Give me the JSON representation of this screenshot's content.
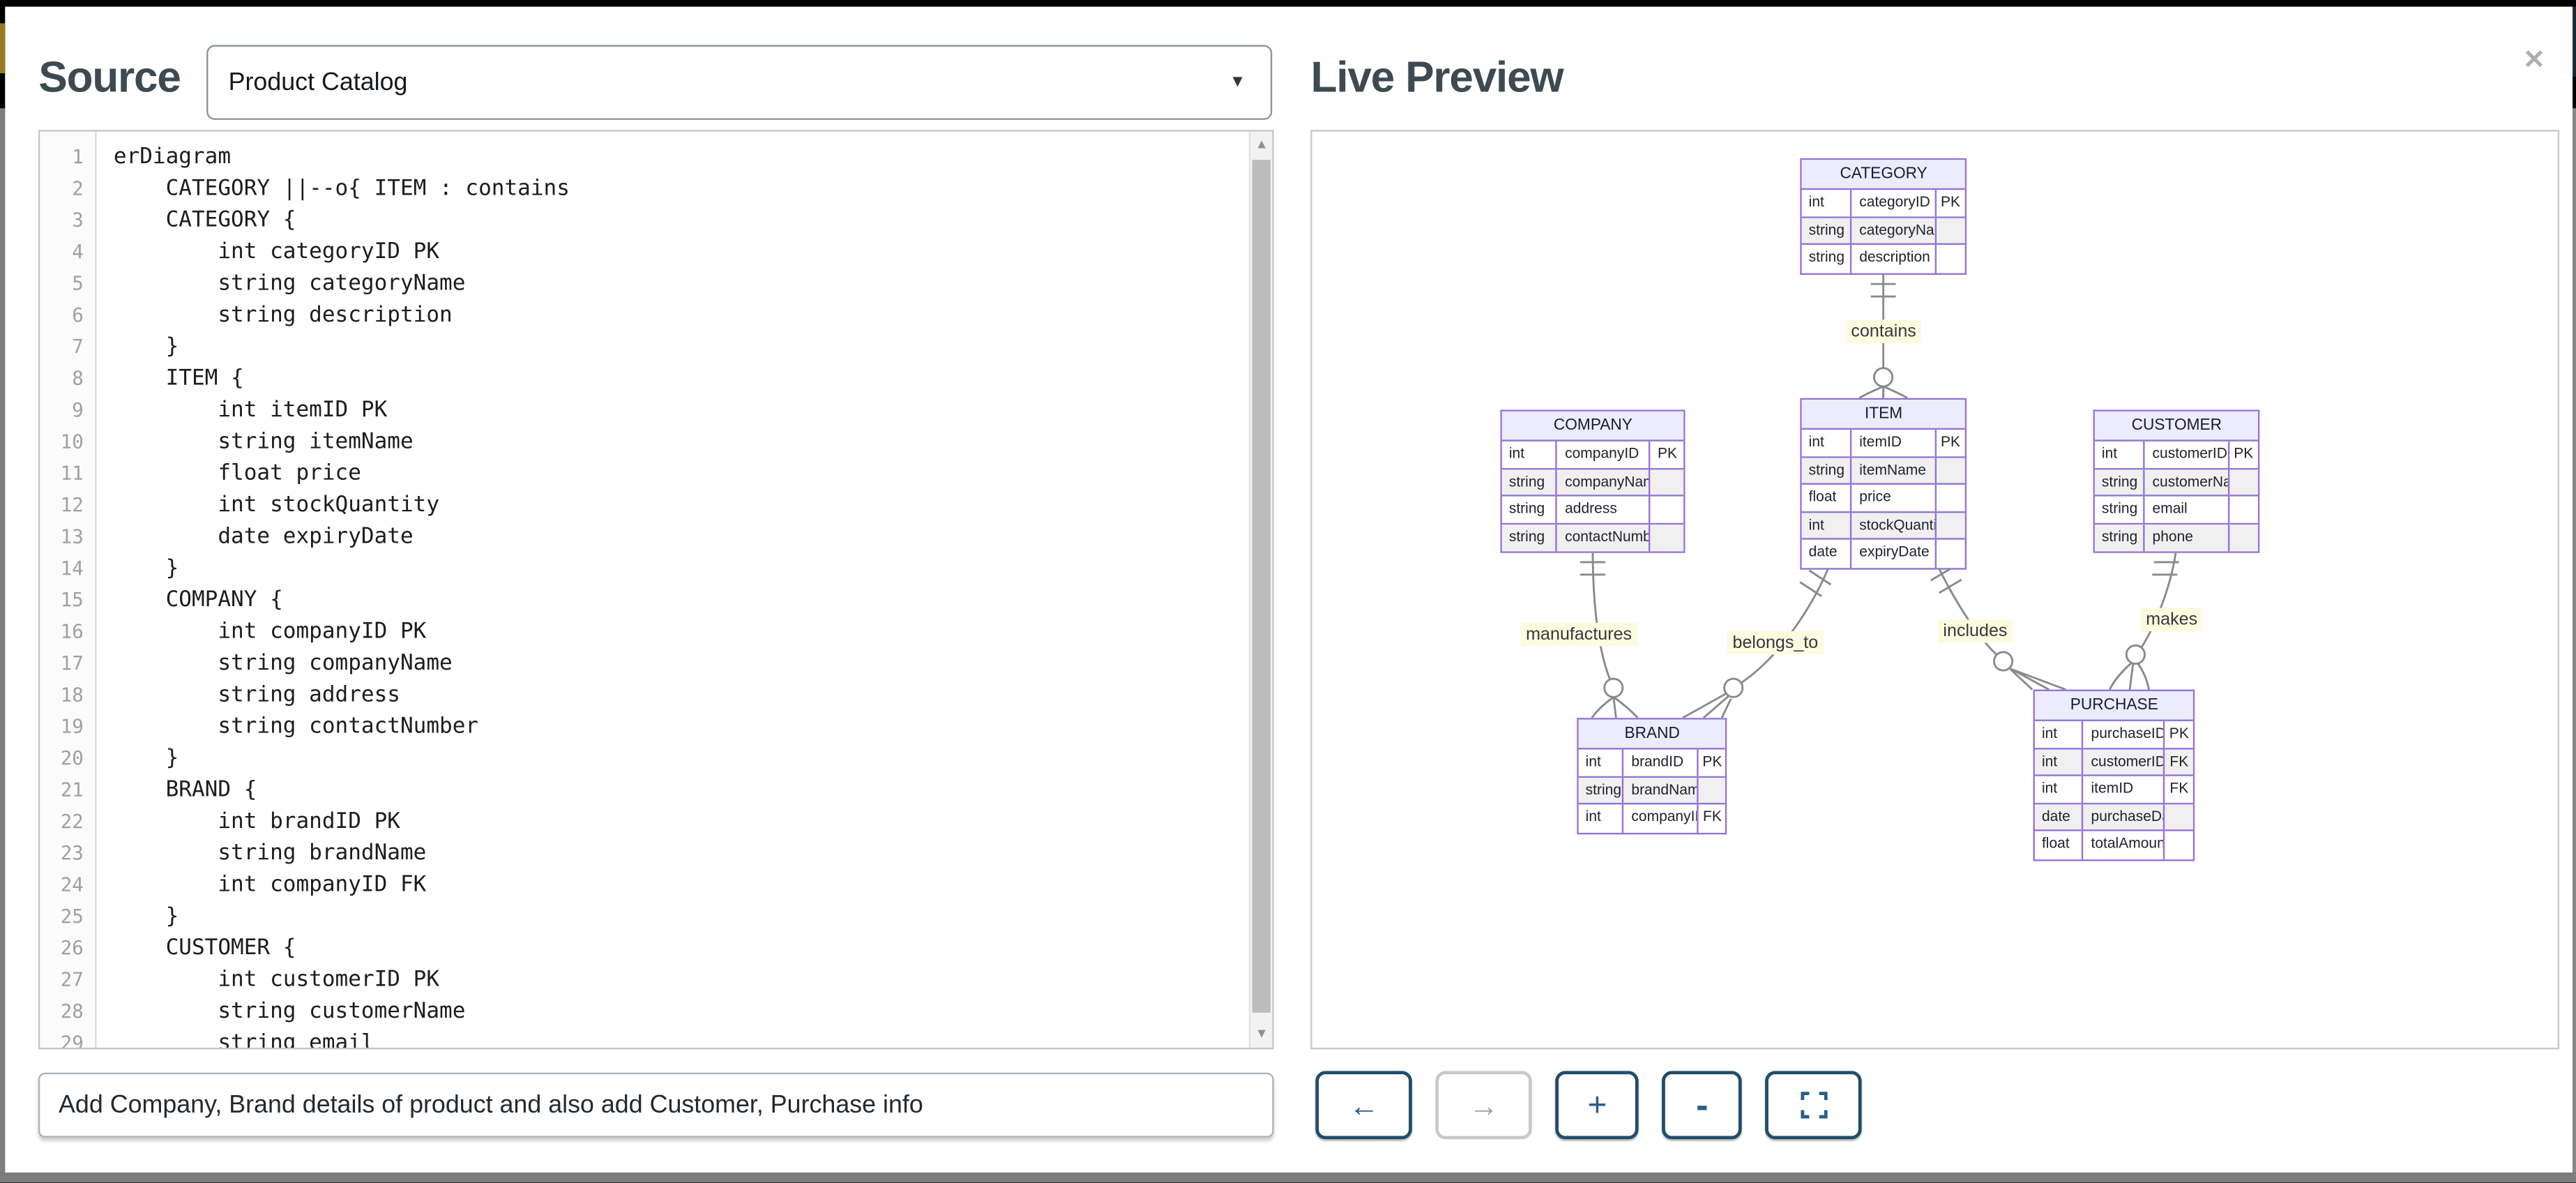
{
  "chrome": {
    "close_glyph": "✕"
  },
  "source_panel": {
    "title": "Source",
    "select_value": "Product Catalog",
    "select_caret": "▼",
    "editor_lines": [
      "erDiagram",
      "    CATEGORY ||--o{ ITEM : contains",
      "    CATEGORY {",
      "        int categoryID PK",
      "        string categoryName",
      "        string description",
      "    }",
      "    ITEM {",
      "        int itemID PK",
      "        string itemName",
      "        float price",
      "        int stockQuantity",
      "        date expiryDate",
      "    }",
      "    COMPANY {",
      "        int companyID PK",
      "        string companyName",
      "        string address",
      "        string contactNumber",
      "    }",
      "    BRAND {",
      "        int brandID PK",
      "        string brandName",
      "        int companyID FK",
      "    }",
      "    CUSTOMER {",
      "        int customerID PK",
      "        string customerName",
      "        string email"
    ],
    "prompt_value": "Add Company, Brand details of product and also add Customer, Purchase info"
  },
  "preview_panel": {
    "title": "Live Preview",
    "toolbar": [
      {
        "name": "back",
        "icon": "arrow-left-icon",
        "glyph": "←",
        "enabled": true
      },
      {
        "name": "forward",
        "icon": "arrow-right-icon",
        "glyph": "→",
        "enabled": false
      },
      {
        "name": "zoom-in",
        "icon": "plus-icon",
        "glyph": "+",
        "enabled": true
      },
      {
        "name": "zoom-out",
        "icon": "minus-icon",
        "glyph": "-",
        "enabled": true
      },
      {
        "name": "fullscreen",
        "icon": "fullscreen-icon",
        "glyph": "",
        "enabled": true
      }
    ]
  },
  "er_diagram": {
    "entities": [
      {
        "name": "CATEGORY",
        "rows": [
          [
            "int",
            "categoryID",
            "PK"
          ],
          [
            "string",
            "categoryName",
            ""
          ],
          [
            "string",
            "description",
            ""
          ]
        ]
      },
      {
        "name": "ITEM",
        "rows": [
          [
            "int",
            "itemID",
            "PK"
          ],
          [
            "string",
            "itemName",
            ""
          ],
          [
            "float",
            "price",
            ""
          ],
          [
            "int",
            "stockQuantity",
            ""
          ],
          [
            "date",
            "expiryDate",
            ""
          ]
        ]
      },
      {
        "name": "COMPANY",
        "rows": [
          [
            "int",
            "companyID",
            "PK"
          ],
          [
            "string",
            "companyName",
            ""
          ],
          [
            "string",
            "address",
            ""
          ],
          [
            "string",
            "contactNumber",
            ""
          ]
        ]
      },
      {
        "name": "CUSTOMER",
        "rows": [
          [
            "int",
            "customerID",
            "PK"
          ],
          [
            "string",
            "customerName",
            ""
          ],
          [
            "string",
            "email",
            ""
          ],
          [
            "string",
            "phone",
            ""
          ]
        ]
      },
      {
        "name": "BRAND",
        "rows": [
          [
            "int",
            "brandID",
            "PK"
          ],
          [
            "string",
            "brandName",
            ""
          ],
          [
            "int",
            "companyID",
            "FK"
          ]
        ]
      },
      {
        "name": "PURCHASE",
        "rows": [
          [
            "int",
            "purchaseID",
            "PK"
          ],
          [
            "int",
            "customerID",
            "FK"
          ],
          [
            "int",
            "itemID",
            "FK"
          ],
          [
            "date",
            "purchaseDate",
            ""
          ],
          [
            "float",
            "totalAmount",
            ""
          ]
        ]
      }
    ],
    "relationships": [
      {
        "from": "CATEGORY",
        "to": "ITEM",
        "label": "contains",
        "notation": "||--o{"
      },
      {
        "from": "COMPANY",
        "to": "BRAND",
        "label": "manufactures",
        "notation": "||--o{"
      },
      {
        "from": "ITEM",
        "to": "BRAND",
        "label": "belongs_to",
        "notation": "||--o{"
      },
      {
        "from": "ITEM",
        "to": "PURCHASE",
        "label": "includes",
        "notation": "||--o{"
      },
      {
        "from": "CUSTOMER",
        "to": "PURCHASE",
        "label": "makes",
        "notation": "||--o{"
      }
    ],
    "colors": {
      "entity_border": "#9673d6",
      "entity_header_fill": "#ECECFF",
      "row_alt_fill": "#f0f0f0",
      "relation_line": "#8a8a8a",
      "label_bg": "#fbfbdf"
    }
  },
  "toolbar_colors": {
    "active_border": "#1f4e6a",
    "active_glyph": "#2b5d8c",
    "disabled_border": "#c9c9c9",
    "disabled_glyph": "#9e9e9e"
  }
}
